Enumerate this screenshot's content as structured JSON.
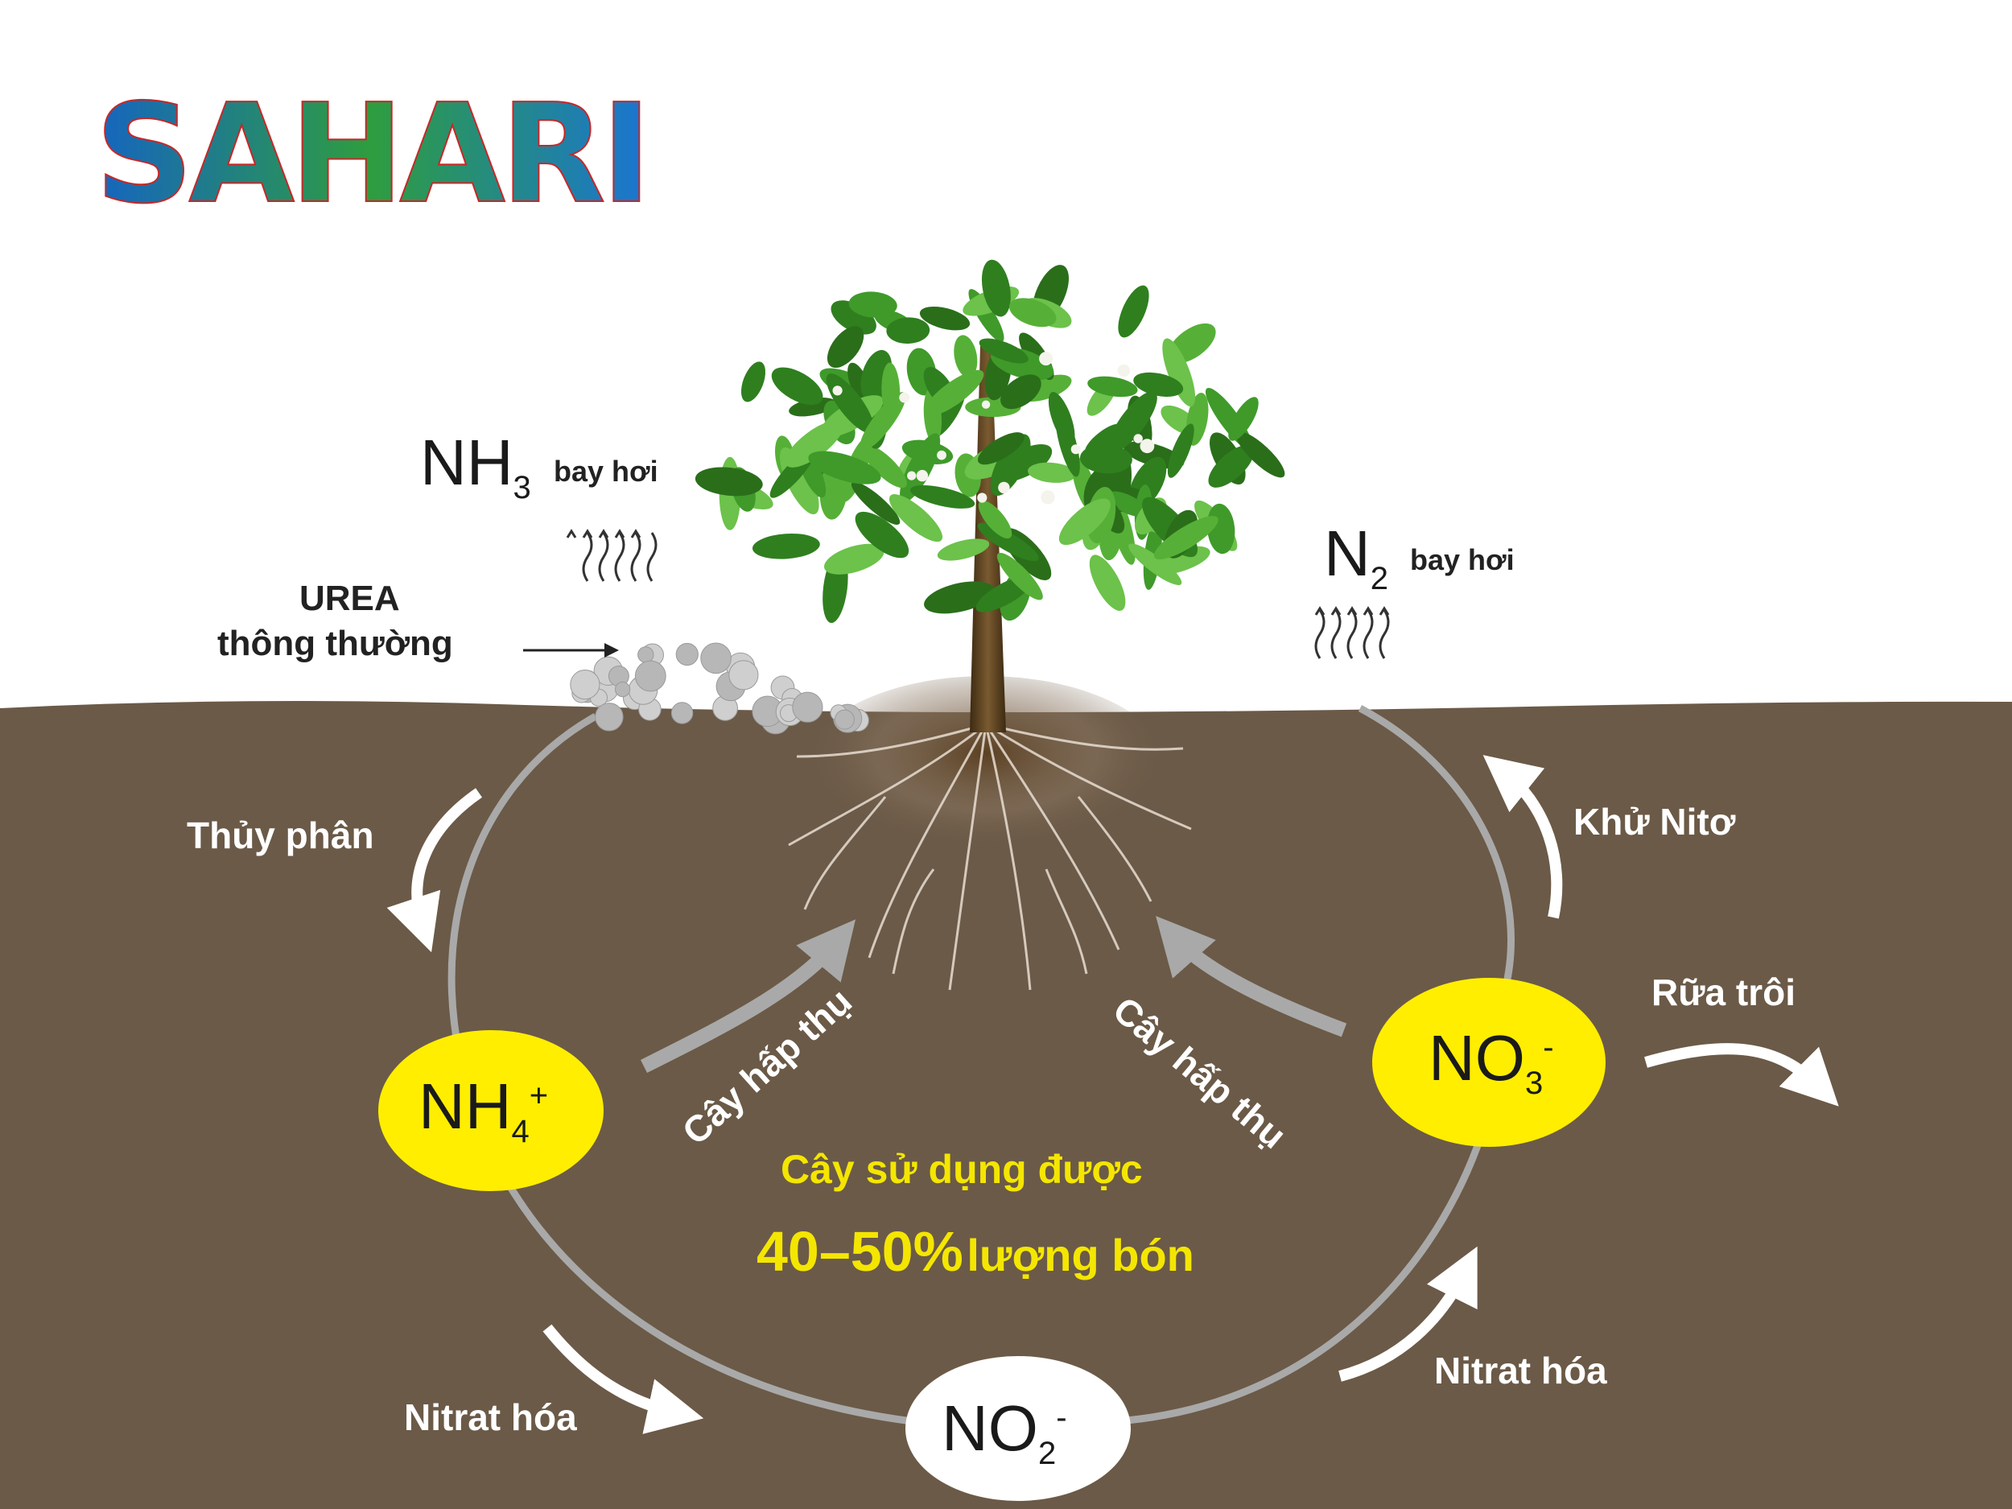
{
  "logo_text": "SAHARI",
  "species": {
    "nh3": {
      "base": "NH",
      "sub": "3",
      "note": "bay hơi"
    },
    "n2": {
      "base": "N",
      "sub": "2",
      "note": "bay hơi"
    },
    "nh4": {
      "base": "NH",
      "sub": "4",
      "sup": "+"
    },
    "no3": {
      "base": "NO",
      "sub": "3",
      "sup": "-"
    },
    "no2": {
      "base": "NO",
      "sub": "2",
      "sup": "-"
    }
  },
  "labels": {
    "urea_line1": "UREA",
    "urea_line2": "thông thường",
    "hydrolysis": "Thủy phân",
    "denitrification": "Khử Nitơ",
    "leaching": "Rữa trôi",
    "nitrification_left": "Nitrat hóa",
    "nitrification_right": "Nitrat hóa",
    "uptake_left": "Cây hấp thụ",
    "uptake_right": "Cây hấp thụ"
  },
  "center": {
    "line1": "Cây sử dụng được",
    "percent": "40–50%",
    "rest": "lượng bón"
  },
  "colors": {
    "soil": "#6b5a47",
    "cycle": "#a9a9a9",
    "ion_yellow": "#ffee00",
    "center_text": "#f4e600",
    "leaf_green": "#3f9a2a",
    "trunk": "#5a3e1f"
  }
}
